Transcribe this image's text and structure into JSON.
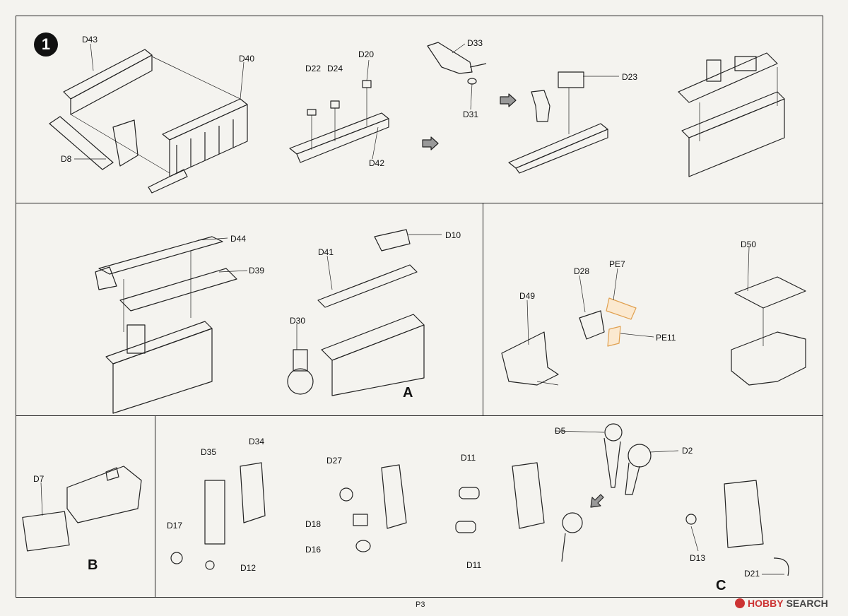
{
  "step_number": "1",
  "panel1_labels": {
    "d43": "D43",
    "d40": "D40",
    "d8": "D8",
    "d22": "D22",
    "d24": "D24",
    "d20": "D20",
    "d42": "D42",
    "d33": "D33",
    "d31": "D31",
    "d23": "D23"
  },
  "panel2_labels": {
    "d44": "D44",
    "d39": "D39",
    "d41": "D41",
    "d10": "D10",
    "d30": "D30",
    "mark": "A"
  },
  "panel3_labels": {
    "d49": "D49",
    "d28": "D28",
    "pe7": "PE7",
    "pe11": "PE11",
    "d50": "D50"
  },
  "panel4_labels": {
    "d7": "D7",
    "mark": "B"
  },
  "panel5_labels": {
    "d35": "D35",
    "d34": "D34",
    "d17": "D17",
    "d12": "D12",
    "d27": "D27",
    "d18": "D18",
    "d16": "D16",
    "d11a": "D11",
    "d11b": "D11",
    "d5": "D5",
    "d2": "D2",
    "d13": "D13",
    "d21": "D21",
    "mark": "C"
  },
  "page_number": "P3",
  "watermark": {
    "brand": "HOBBY",
    "suffix": "SEARCH"
  },
  "colors": {
    "ink": "#222222",
    "etch": "#e0a050",
    "paper": "#f4f3ef"
  }
}
